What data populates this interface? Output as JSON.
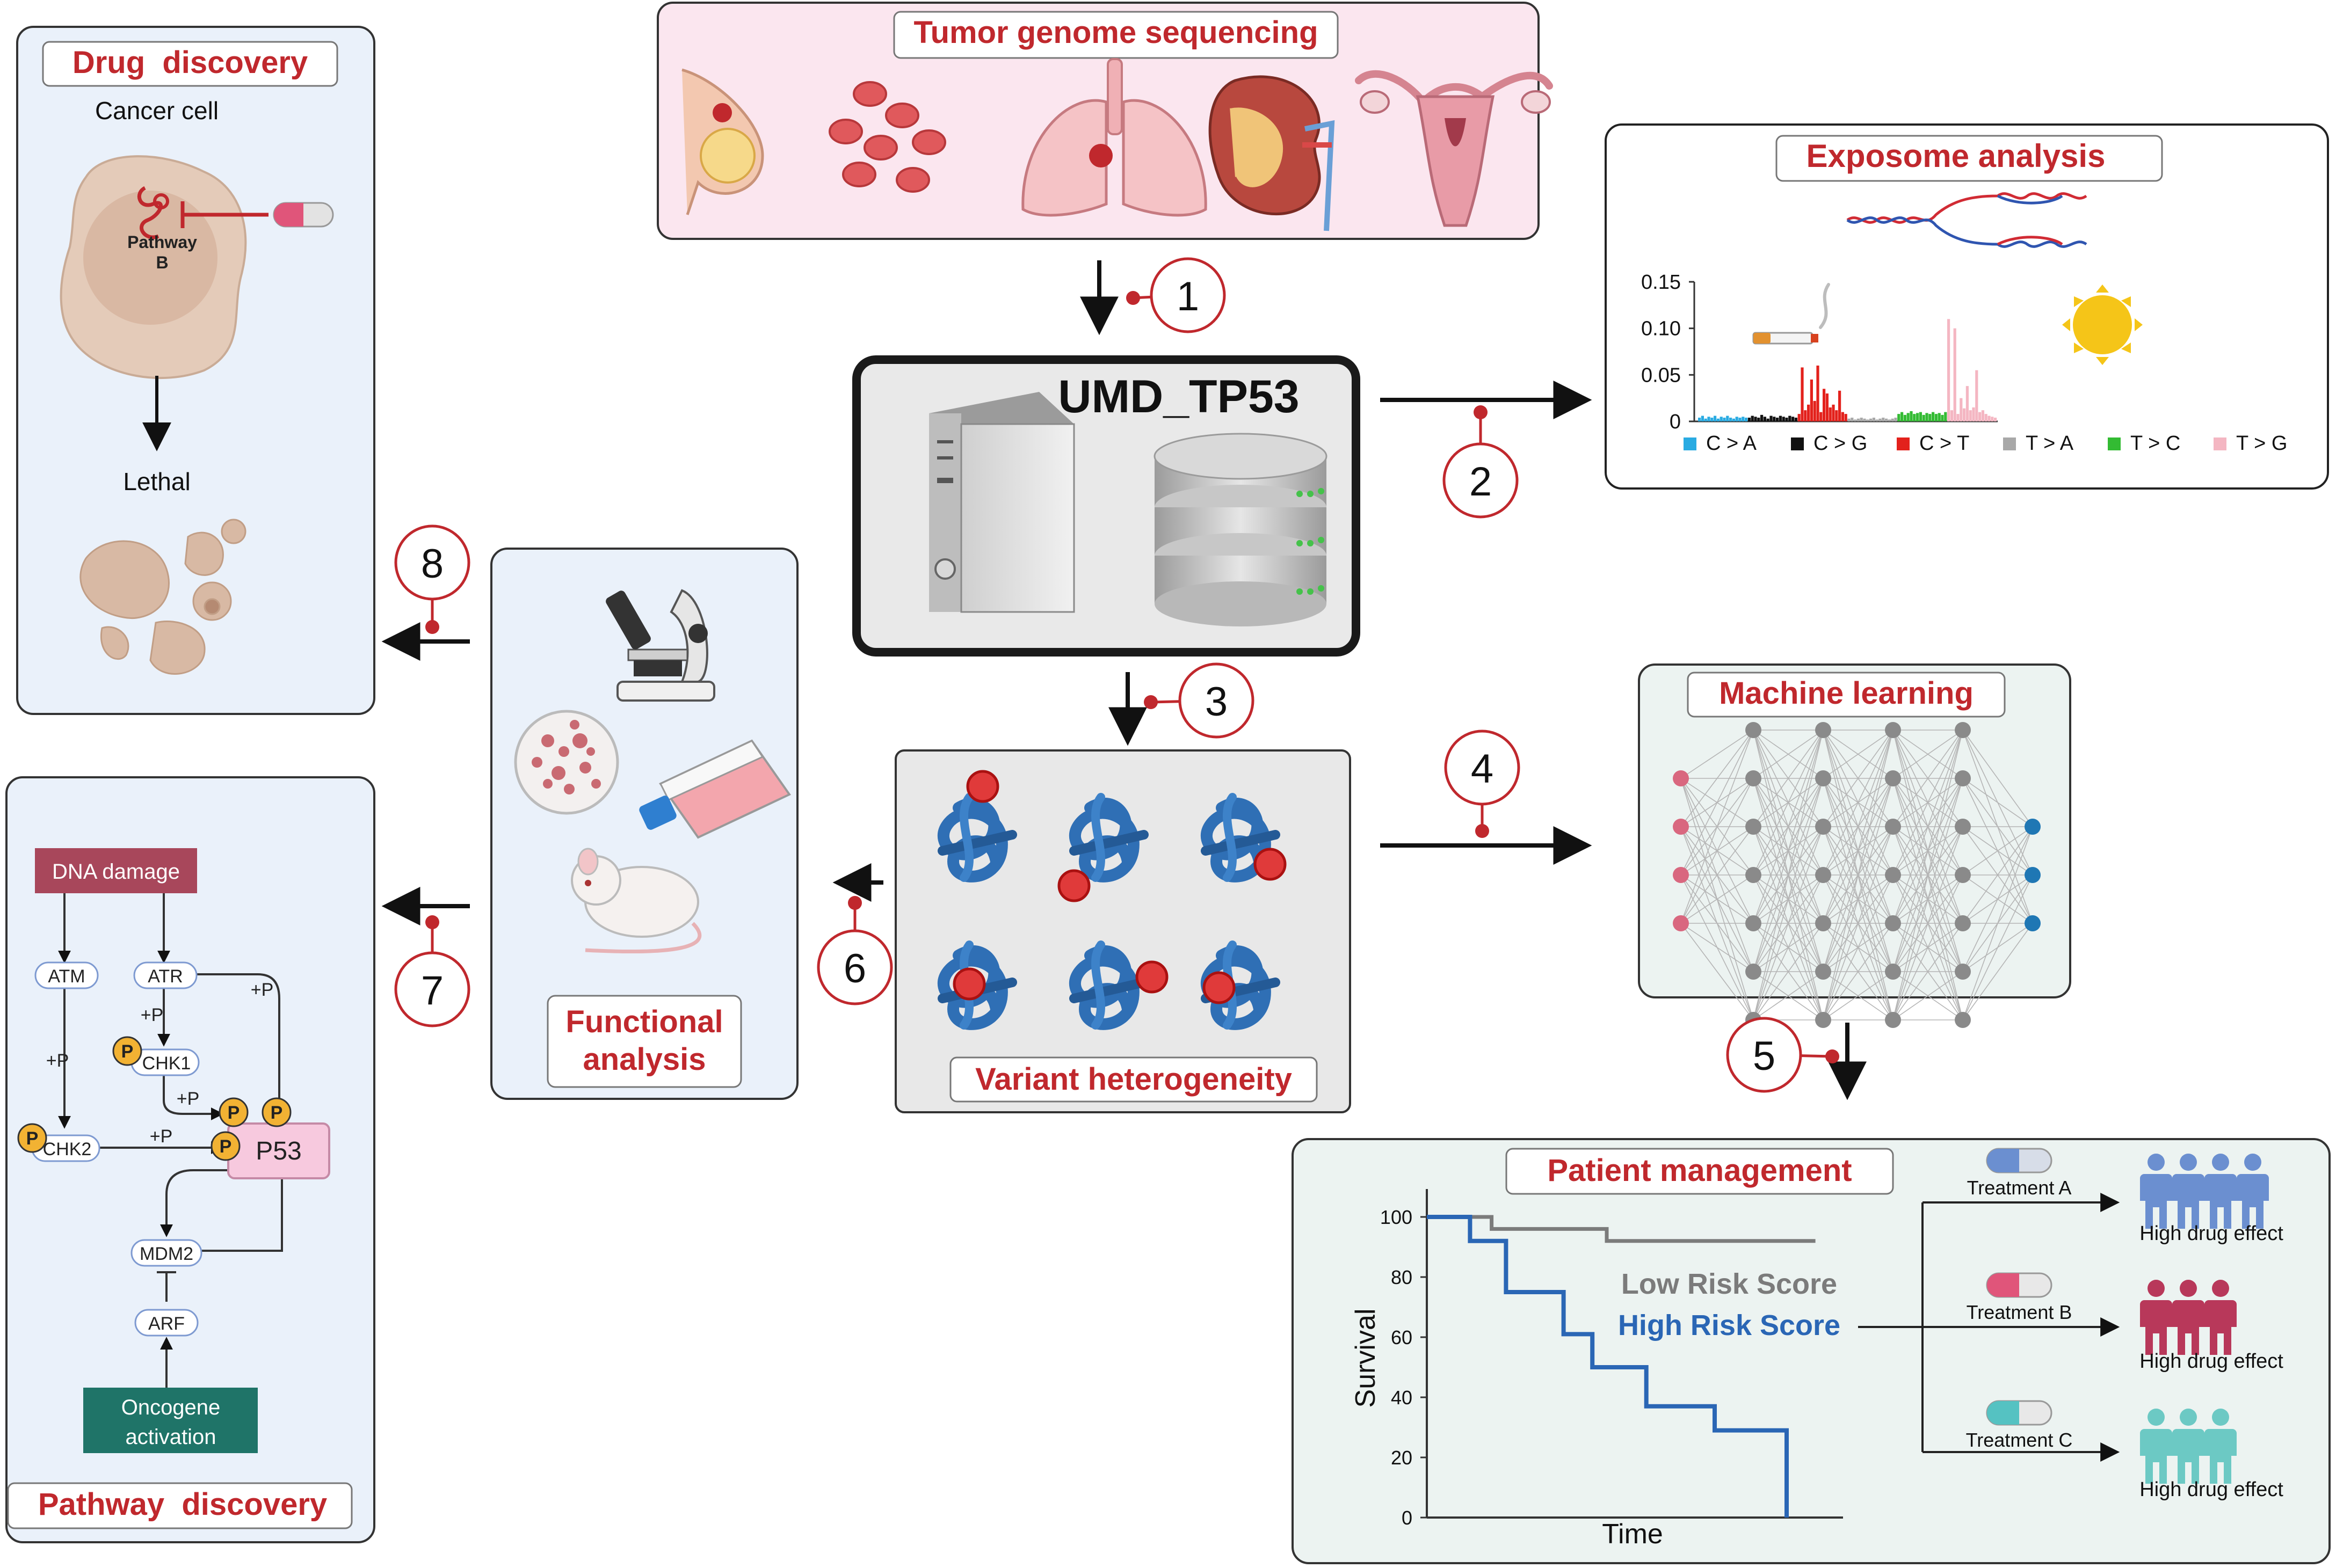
{
  "sections": {
    "tumor": {
      "title": "Tumor genome sequencing"
    },
    "database": {
      "title": "UMD_TP53"
    },
    "exposome": {
      "title": "Exposome analysis",
      "y_ticks": [
        "0.15",
        "0.10",
        "0.05",
        "0"
      ],
      "legend": [
        {
          "label": "C > A",
          "color": "#29abe2"
        },
        {
          "label": "C > G",
          "color": "#111111"
        },
        {
          "label": "C > T",
          "color": "#e3211c"
        },
        {
          "label": "T > A",
          "color": "#a8a8a8"
        },
        {
          "label": "T > C",
          "color": "#33bb33"
        },
        {
          "label": "T > G",
          "color": "#f4b6c2"
        }
      ]
    },
    "drug": {
      "title": "Drug  discovery",
      "cancer_cell": "Cancer cell",
      "pathway_b": "Pathway",
      "pathway_b2": "B",
      "lethal": "Lethal"
    },
    "functional": {
      "title_line1": "Functional",
      "title_line2": "analysis"
    },
    "variant": {
      "title": "Variant heterogeneity"
    },
    "ml": {
      "title": "Machine learning"
    },
    "pathway": {
      "title": "Pathway  discovery",
      "dna_damage": "DNA damage",
      "atm": "ATM",
      "atr": "ATR",
      "chk1": "CHK1",
      "chk2": "CHK2",
      "p53": "P53",
      "mdm2": "MDM2",
      "arf": "ARF",
      "oncogene_1": "Oncogene",
      "oncogene_2": "activation",
      "plus_p": "+P",
      "p_badge": "P"
    },
    "patient": {
      "title": "Patient management",
      "y_label": "Survival",
      "x_label": "Time",
      "y_ticks": [
        "100",
        "80",
        "60",
        "40",
        "20",
        "0"
      ],
      "low_risk": "Low Risk Score",
      "high_risk": "High Risk Score",
      "treatment_a": "Treatment A",
      "treatment_b": "Treatment B",
      "treatment_c": "Treatment C",
      "effect": "High drug effect"
    }
  },
  "steps": [
    "1",
    "2",
    "3",
    "4",
    "5",
    "6",
    "7",
    "8"
  ],
  "colors": {
    "accent_red": "#c0282d",
    "panel_blue": "#eaf1fa",
    "panel_green": "#ecf3f1",
    "panel_pink": "#fbe6ef",
    "protein_blue": "#2f6fb5",
    "high_risk_blue": "#2a66b5",
    "low_risk_gray": "#7b7b7b"
  },
  "chart_data": [
    {
      "type": "bar",
      "title": "Exposome analysis",
      "ylim": [
        0,
        0.15
      ],
      "y_ticks": [
        0,
        0.05,
        0.1,
        0.15
      ],
      "series": [
        {
          "name": "C > A",
          "values": [
            0.004,
            0.006,
            0.003,
            0.005,
            0.004,
            0.006,
            0.003,
            0.005,
            0.004,
            0.006,
            0.004,
            0.003,
            0.005,
            0.004,
            0.005,
            0.004
          ]
        },
        {
          "name": "C > G",
          "values": [
            0.004,
            0.006,
            0.005,
            0.004,
            0.007,
            0.005,
            0.003,
            0.006,
            0.005,
            0.004,
            0.006,
            0.005,
            0.004,
            0.006,
            0.005,
            0.004
          ]
        },
        {
          "name": "C > T",
          "values": [
            0.008,
            0.058,
            0.012,
            0.018,
            0.045,
            0.022,
            0.06,
            0.01,
            0.035,
            0.03,
            0.015,
            0.018,
            0.012,
            0.033,
            0.01,
            0.008
          ]
        },
        {
          "name": "T > A",
          "values": [
            0.003,
            0.004,
            0.002,
            0.003,
            0.004,
            0.003,
            0.002,
            0.003,
            0.004,
            0.002,
            0.003,
            0.004,
            0.003,
            0.002,
            0.003,
            0.004
          ]
        },
        {
          "name": "T > C",
          "values": [
            0.008,
            0.01,
            0.007,
            0.009,
            0.011,
            0.008,
            0.009,
            0.01,
            0.007,
            0.009,
            0.008,
            0.01,
            0.008,
            0.009,
            0.007,
            0.01
          ]
        },
        {
          "name": "T > G",
          "values": [
            0.11,
            0.012,
            0.1,
            0.008,
            0.025,
            0.014,
            0.038,
            0.012,
            0.015,
            0.055,
            0.01,
            0.012,
            0.008,
            0.006,
            0.005,
            0.004
          ]
        }
      ]
    },
    {
      "type": "line",
      "xlabel": "Time",
      "ylabel": "Survival",
      "ylim": [
        0,
        100
      ],
      "y_ticks": [
        0,
        20,
        40,
        60,
        80,
        100
      ],
      "series": [
        {
          "name": "Low Risk Score",
          "x": [
            0,
            0.18,
            0.18,
            0.5,
            0.5,
            1.08
          ],
          "y": [
            100,
            100,
            96,
            96,
            92,
            92
          ]
        },
        {
          "name": "High Risk Score",
          "x": [
            0,
            0.12,
            0.12,
            0.22,
            0.22,
            0.38,
            0.38,
            0.46,
            0.46,
            0.61,
            0.61,
            0.8,
            0.8,
            1.0,
            1.0
          ],
          "y": [
            100,
            100,
            92,
            92,
            75,
            75,
            61,
            61,
            50,
            50,
            37,
            37,
            29,
            29,
            0
          ]
        }
      ]
    }
  ]
}
